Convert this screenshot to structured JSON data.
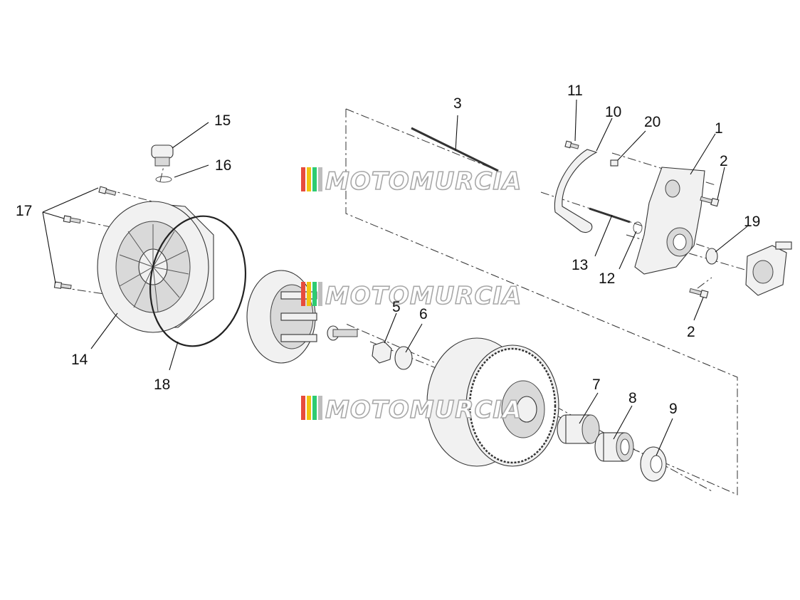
{
  "diagram": {
    "watermark_text": "MOTOMURCIA",
    "watermark_colors": [
      "#e74c3c",
      "#f1c40f",
      "#2ecc71",
      "#bdbdbd"
    ],
    "labels": {
      "l1": "1",
      "l2a": "2",
      "l2b": "2",
      "l3": "3",
      "l5": "5",
      "l6": "6",
      "l7": "7",
      "l8": "8",
      "l9": "9",
      "l10": "10",
      "l11": "11",
      "l12": "12",
      "l13": "13",
      "l14": "14",
      "l15": "15",
      "l16": "16",
      "l17": "17",
      "l18": "18",
      "l19": "19",
      "l20": "20"
    }
  }
}
